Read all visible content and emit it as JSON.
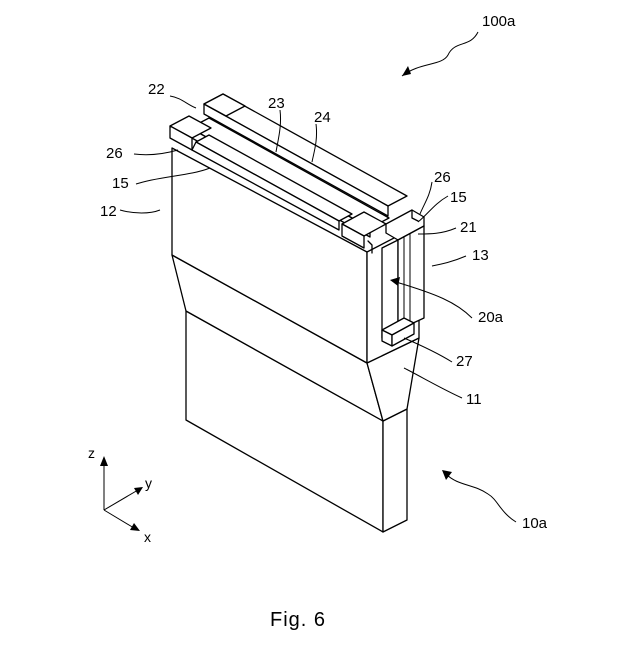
{
  "figure": {
    "caption": "Fig. 6",
    "labels": {
      "l100a": "100a",
      "l22": "22",
      "l23": "23",
      "l24": "24",
      "l26a": "26",
      "l15a": "15",
      "l12": "12",
      "l26b": "26",
      "l15b": "15",
      "l21": "21",
      "l13": "13",
      "l20a": "20a",
      "l27": "27",
      "l11": "11",
      "l10a": "10a"
    },
    "axes": {
      "z": "z",
      "y": "y",
      "x": "x"
    }
  }
}
